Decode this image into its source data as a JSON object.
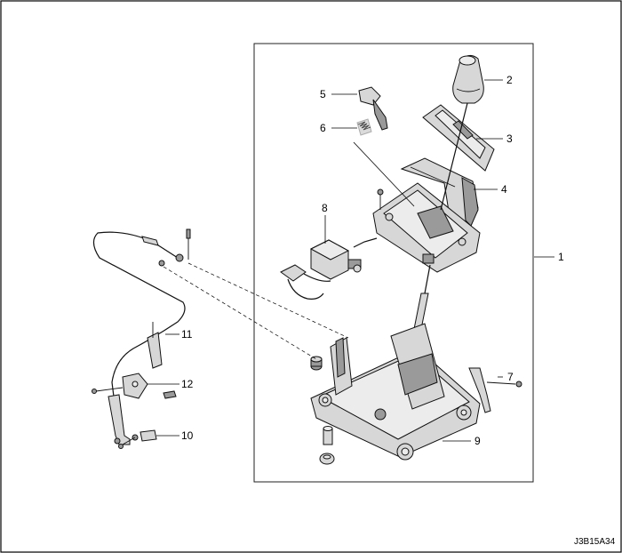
{
  "callouts": {
    "c1": "1",
    "c2": "2",
    "c3": "3",
    "c4": "4",
    "c5": "5",
    "c6": "6",
    "c7": "7",
    "c8": "8",
    "c9": "9",
    "c10": "10",
    "c11": "11",
    "c12": "12"
  },
  "figure_code": "J3B15A34"
}
